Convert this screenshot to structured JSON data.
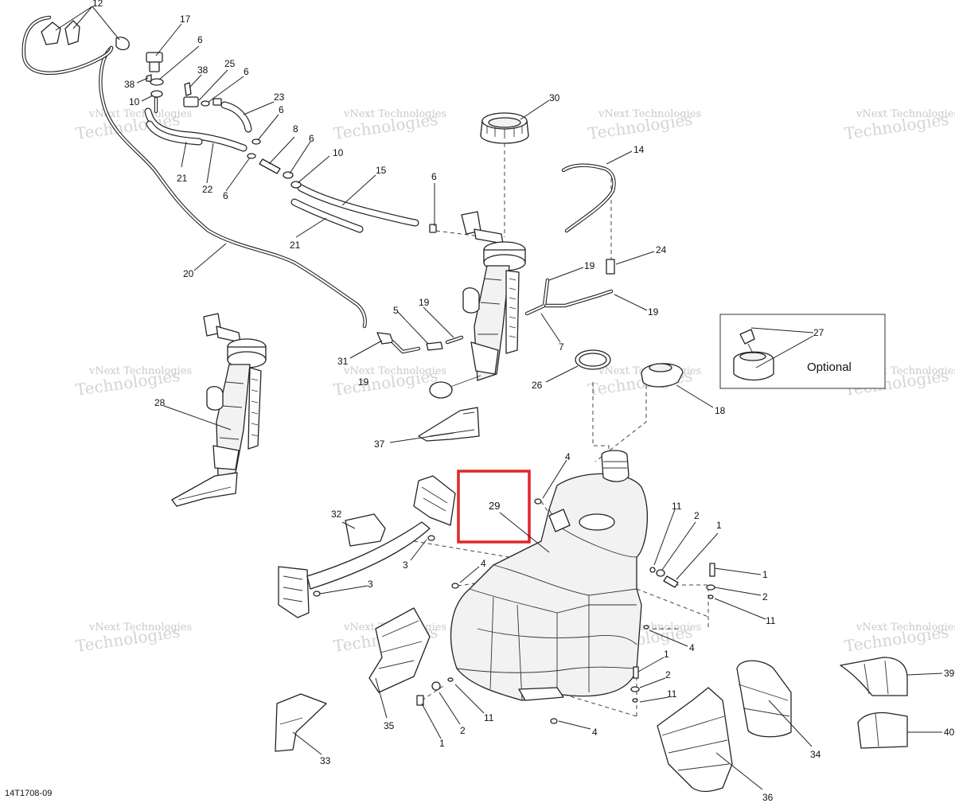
{
  "diagram": {
    "doc_code": "14T1708-09",
    "optional_label": "Optional",
    "watermark_line1": "vNext Technologies",
    "watermark_line2": "Technologies",
    "highlighted_part": "29"
  },
  "callouts": [
    "12",
    "17",
    "6",
    "38",
    "10",
    "25",
    "6",
    "38",
    "23",
    "6",
    "8",
    "6",
    "10",
    "21",
    "22",
    "6",
    "15",
    "21",
    "20",
    "6",
    "30",
    "14",
    "24",
    "19",
    "19",
    "7",
    "5",
    "19",
    "31",
    "19",
    "28",
    "37",
    "26",
    "18",
    "27",
    "4",
    "29",
    "11",
    "2",
    "1",
    "32",
    "3",
    "3",
    "4",
    "1",
    "2",
    "11",
    "4",
    "1",
    "2",
    "11",
    "4",
    "35",
    "33",
    "1",
    "2",
    "11",
    "34",
    "36",
    "39",
    "40"
  ]
}
